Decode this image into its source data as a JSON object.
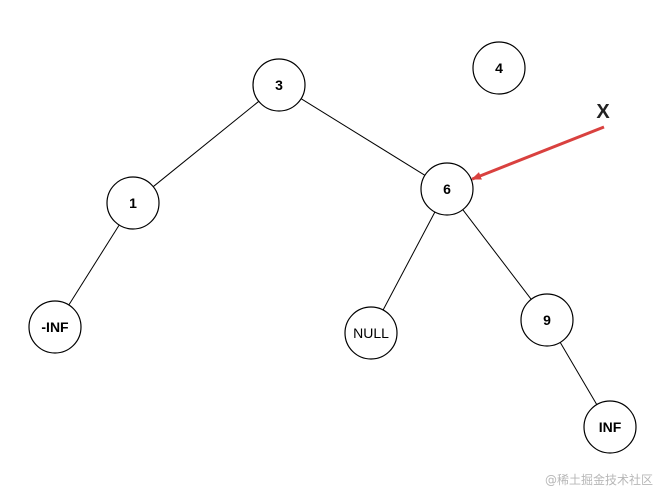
{
  "diagram": {
    "nodes": [
      {
        "id": "n3",
        "label": "3"
      },
      {
        "id": "n4",
        "label": "4"
      },
      {
        "id": "n1",
        "label": "1"
      },
      {
        "id": "n6",
        "label": "6"
      },
      {
        "id": "nNegInf",
        "label": "-INF"
      },
      {
        "id": "nNull",
        "label": "NULL"
      },
      {
        "id": "n9",
        "label": "9"
      },
      {
        "id": "nInf",
        "label": "INF"
      }
    ],
    "edges": [
      {
        "from": "n3",
        "to": "n1"
      },
      {
        "from": "n3",
        "to": "n6"
      },
      {
        "from": "n1",
        "to": "nNegInf"
      },
      {
        "from": "n6",
        "to": "nNull"
      },
      {
        "from": "n6",
        "to": "n9"
      },
      {
        "from": "n9",
        "to": "nInf"
      }
    ],
    "pointer": {
      "label": "X",
      "target": "n6",
      "color": "#d9413f"
    }
  },
  "watermark": "@稀土掘金技术社区"
}
